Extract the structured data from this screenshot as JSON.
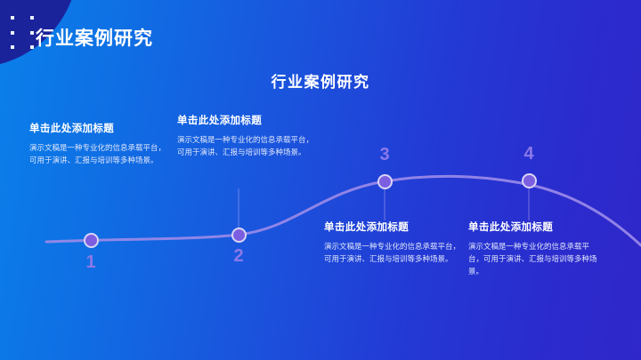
{
  "header": {
    "title": "行业案例研究",
    "corner_dot_count": 6
  },
  "main": {
    "title": "行业案例研究"
  },
  "colors": {
    "bg_start": "#0a80ea",
    "bg_end": "#2f27c9",
    "corner_shape": "#1b239b",
    "curve": "#9a8ae8",
    "node_fill": "#7b5fe0",
    "node_ring": "#d9d4f6",
    "number": "#8b79e8",
    "title_text": "#ffffff",
    "body_text": "#dfe6fb"
  },
  "timeline": {
    "steps": [
      {
        "number": "1",
        "title": "单击此处添加标题",
        "body": "演示文稿是一种专业化的信息承载平台，可用于演讲、汇报与培训等多种场景。"
      },
      {
        "number": "2",
        "title": "单击此处添加标题",
        "body": "演示文稿是一种专业化的信息承载平台，可用于演讲、汇报与培训等多种场景。"
      },
      {
        "number": "3",
        "title": "单击此处添加标题",
        "body": "演示文稿是一种专业化的信息承载平台，可用于演讲、汇报与培训等多种场景。"
      },
      {
        "number": "4",
        "title": "单击此处添加标题",
        "body": "演示文稿是一种专业化的信息承载平台，可用于演讲、汇报与培训等多种场景。"
      }
    ]
  }
}
